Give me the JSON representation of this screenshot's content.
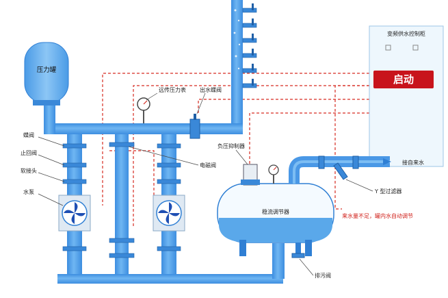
{
  "labels": {
    "pressure_tank": "压力罐",
    "remote_gauge": "远传压力表",
    "outlet_valve": "出水蝶阀",
    "butterfly_valve": "蝶阀",
    "check_valve": "止回阀",
    "soft_joint": "软接头",
    "pump": "水泵",
    "solenoid_valve": "电磁阀",
    "negative_pressure_suppressor": "负压抑制器",
    "tap_water_inlet": "接自来水",
    "y_filter": "Y 型过滤器",
    "stabilizer_tank": "稳流调节器",
    "insufficient_water_note": "来水量不足，罐内水自动调节",
    "drain_valve": "排污阀",
    "control_cabinet_title": "变频供水控制柜",
    "start_button": "启动"
  },
  "colors": {
    "pipe": "#4a98e6",
    "pipe_dark": "#2f7fd4",
    "control_wire": "#d62a20",
    "start_button": "#c8141c",
    "water": "#5aa8ea"
  },
  "icons": [
    "pump-fan-icon",
    "pressure-gauge-icon",
    "valve-icon"
  ]
}
